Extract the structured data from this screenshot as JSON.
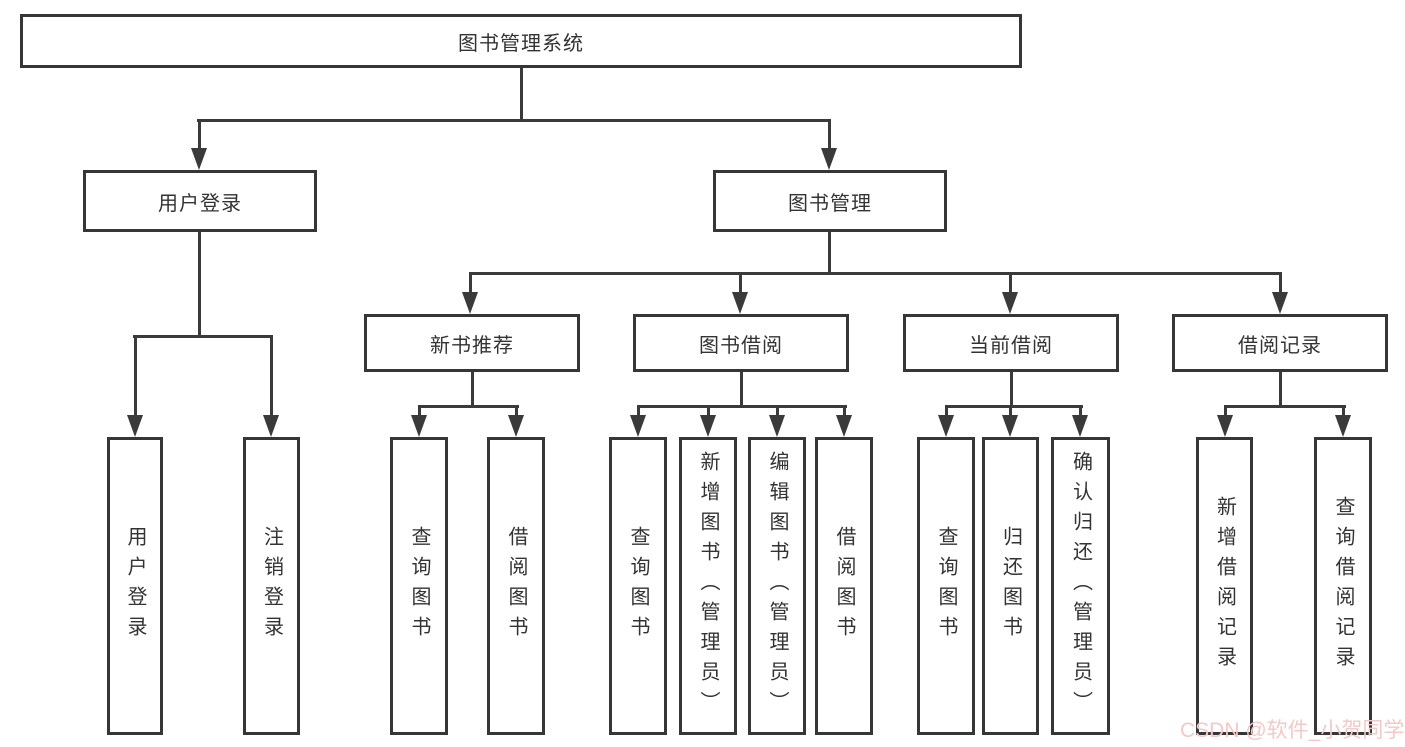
{
  "tree": {
    "root": {
      "label": "图书管理系统"
    },
    "branches": [
      {
        "label": "用户登录",
        "children": [
          {
            "label": "用户登录"
          },
          {
            "label": "注销登录"
          }
        ]
      },
      {
        "label": "图书管理",
        "children": [
          {
            "label": "新书推荐",
            "children": [
              {
                "label": "查询图书"
              },
              {
                "label": "借阅图书"
              }
            ]
          },
          {
            "label": "图书借阅",
            "children": [
              {
                "label": "查询图书"
              },
              {
                "label": "新增图书（管理员）"
              },
              {
                "label": "编辑图书（管理员）"
              },
              {
                "label": "借阅图书"
              }
            ]
          },
          {
            "label": "当前借阅",
            "children": [
              {
                "label": "查询图书"
              },
              {
                "label": "归还图书"
              },
              {
                "label": "确认归还（管理员）"
              }
            ]
          },
          {
            "label": "借阅记录",
            "children": [
              {
                "label": "新增借阅记录"
              },
              {
                "label": "查询借阅记录"
              }
            ]
          }
        ]
      }
    ]
  },
  "watermark": {
    "text": "CSDN @软件_小贺同学",
    "color": "#f2c9c9"
  },
  "colors": {
    "background": "#ffffff",
    "box_border": "#363636",
    "line": "#3a3a3a",
    "text": "#333333"
  }
}
